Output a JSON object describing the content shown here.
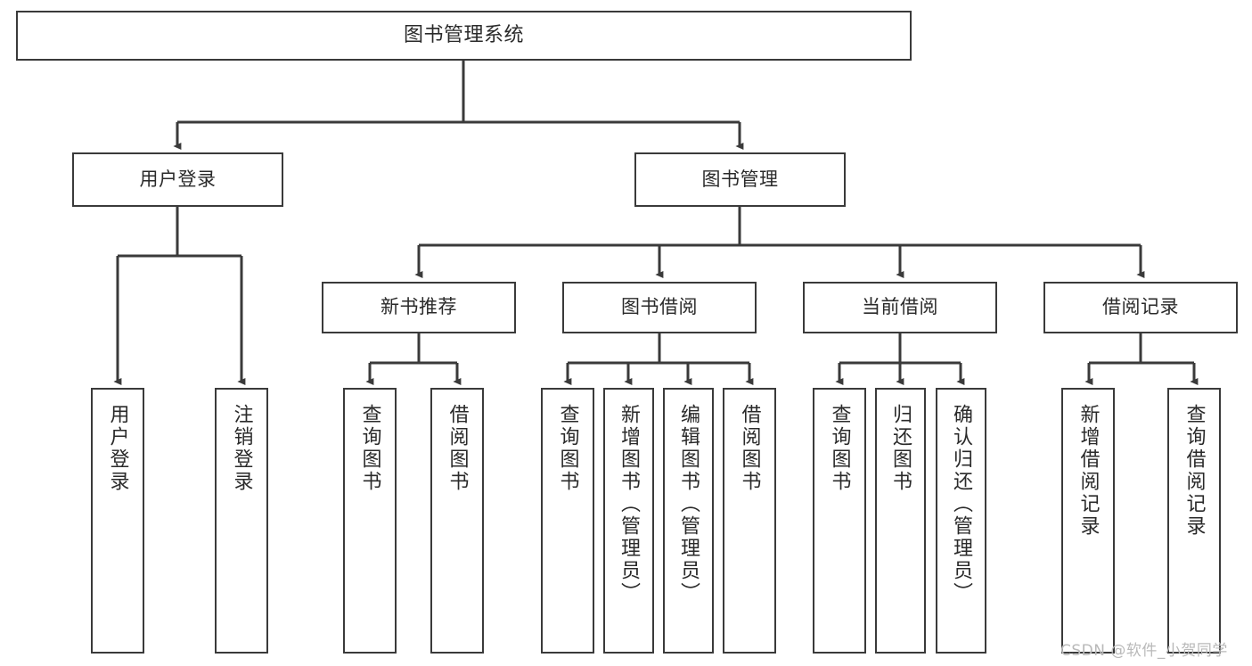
{
  "diagram": {
    "title": "图书管理系统",
    "type": "功能结构图",
    "background_color": "#ffffff",
    "node_border_color": "#3a3a3a",
    "node_fill_color": "#ffffff",
    "connector_color": "#3a3a3a",
    "text_color": "#2a2a2a"
  },
  "watermark": {
    "text": "CSDN @软件_小贺同学",
    "color": "#b9b9b9"
  },
  "nodes": {
    "root": {
      "label": "图书管理系统",
      "level": 1
    },
    "level2": [
      {
        "id": "user-login",
        "label": "用户登录"
      },
      {
        "id": "book-management",
        "label": "图书管理"
      }
    ],
    "level3": [
      {
        "id": "new-book-recommend",
        "label": "新书推荐"
      },
      {
        "id": "book-borrow",
        "label": "图书借阅"
      },
      {
        "id": "current-borrow",
        "label": "当前借阅"
      },
      {
        "id": "borrow-record",
        "label": "借阅记录"
      }
    ],
    "leaves": [
      {
        "id": "leaf-user-login",
        "label": "用户登录",
        "parent": "user-login"
      },
      {
        "id": "leaf-logout-login",
        "label": "注销登录",
        "parent": "user-login"
      },
      {
        "id": "leaf-query-book-1",
        "label": "查询图书",
        "parent": "new-book-recommend"
      },
      {
        "id": "leaf-borrow-book-1",
        "label": "借阅图书",
        "parent": "new-book-recommend"
      },
      {
        "id": "leaf-query-book-2",
        "label": "查询图书",
        "parent": "book-borrow"
      },
      {
        "id": "leaf-add-book",
        "label": "新增图书（管理员）",
        "parent": "book-borrow"
      },
      {
        "id": "leaf-edit-book",
        "label": "编辑图书（管理员）",
        "parent": "book-borrow"
      },
      {
        "id": "leaf-borrow-book-2",
        "label": "借阅图书",
        "parent": "book-borrow"
      },
      {
        "id": "leaf-query-book-3",
        "label": "查询图书",
        "parent": "current-borrow"
      },
      {
        "id": "leaf-return-book",
        "label": "归还图书",
        "parent": "current-borrow"
      },
      {
        "id": "leaf-confirm-return",
        "label": "确认归还（管理员）",
        "parent": "current-borrow"
      },
      {
        "id": "leaf-add-record",
        "label": "新增借阅记录",
        "parent": "borrow-record"
      },
      {
        "id": "leaf-query-record",
        "label": "查询借阅记录",
        "parent": "borrow-record"
      }
    ]
  }
}
